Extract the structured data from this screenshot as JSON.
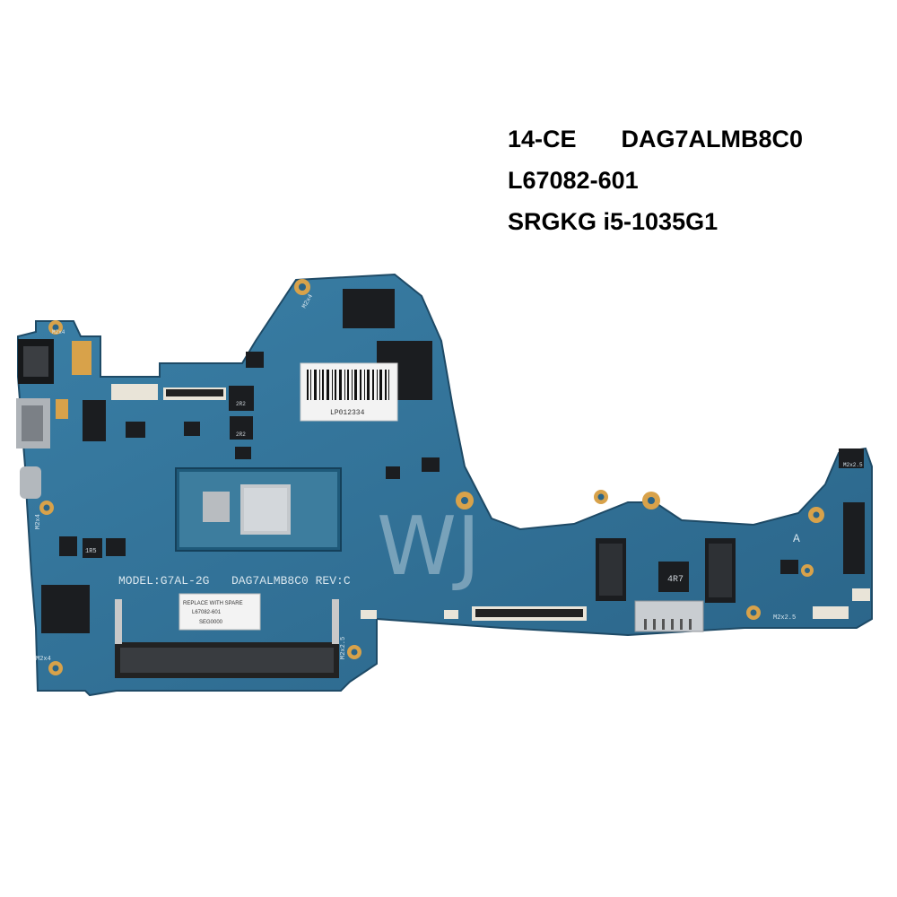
{
  "specs": {
    "series": "14-CE",
    "board_code": "DAG7ALMB8C0",
    "part_number": "L67082-601",
    "cpu": "SRGKG i5-1035G1"
  },
  "board": {
    "model_silk": "MODEL:G7AL-2G",
    "rev_silk": "DAG7ALMB8C0 REV:C",
    "barcode_label": "LP012334",
    "replace_label": "REPLACE WITH  SPARE",
    "replace_part": "L67082-601",
    "replace_code": "SEG0000",
    "inductor_label": "4R7",
    "a_marker": "A",
    "screw_labels": [
      "M2x4",
      "M2x4",
      "M2x4",
      "M2x2.5",
      "M2x2.5",
      "M2x4",
      "M2x2.5"
    ],
    "inductor_marks": [
      "2R2",
      "2R2",
      "1R5"
    ],
    "watermark": "WJ"
  },
  "colors": {
    "pcb": "#2d6e93",
    "pcb_dark": "#1f4f6e",
    "pad_gold": "#d8a24a",
    "chip_black": "#1b1d20",
    "die_silver": "#b8bcc0"
  }
}
